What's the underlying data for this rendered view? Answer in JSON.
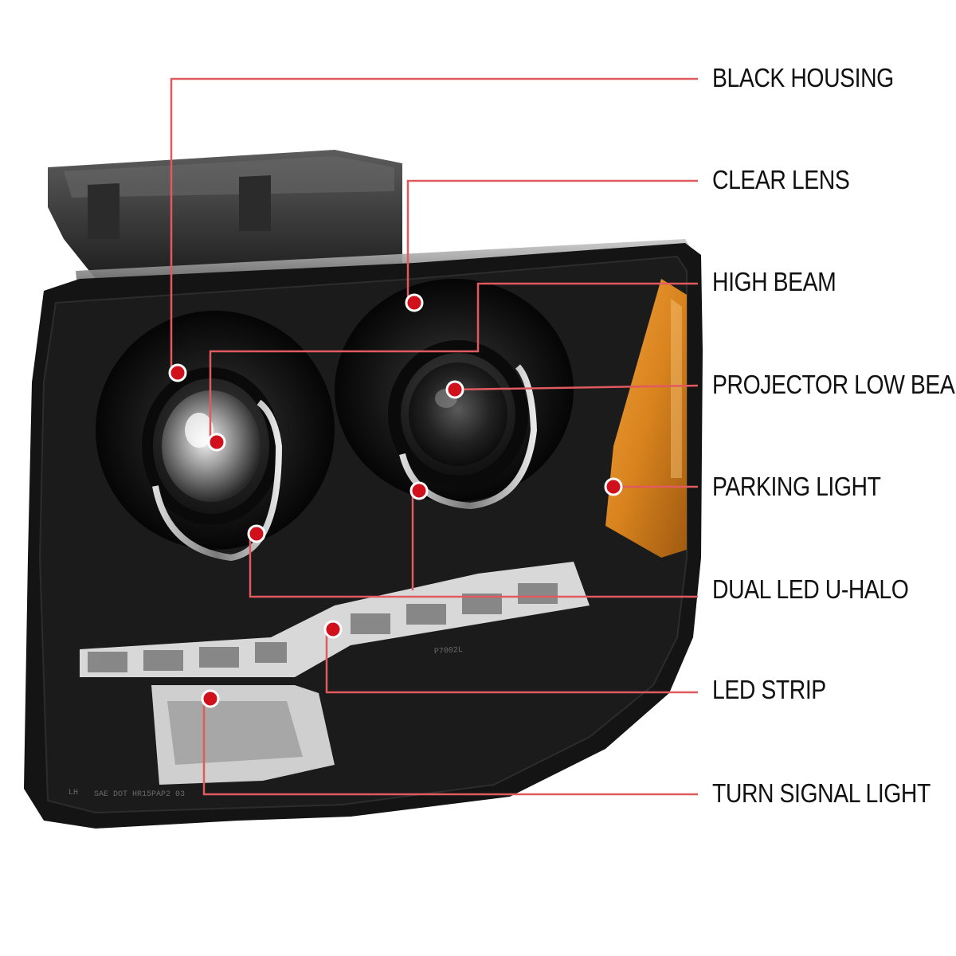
{
  "product": {
    "name": "Projector Headlight",
    "colors": {
      "housing": "#141414",
      "callout_line": "#e05a5f",
      "callout_dot": "#d0101a",
      "amber_reflector": "#d9841e"
    }
  },
  "callouts": [
    {
      "label": "BLACK HOUSING"
    },
    {
      "label": "CLEAR LENS"
    },
    {
      "label": "HIGH BEAM"
    },
    {
      "label": "PROJECTOR LOW BEAM"
    },
    {
      "label": "PARKING LIGHT"
    },
    {
      "label": "DUAL LED U-HALO"
    },
    {
      "label": "LED STRIP"
    },
    {
      "label": "TURN SIGNAL LIGHT"
    }
  ],
  "stamps": {
    "part_code": "P7002L",
    "dot_marking": "SAE DOT HR15PAP2 03",
    "side": "LH"
  }
}
